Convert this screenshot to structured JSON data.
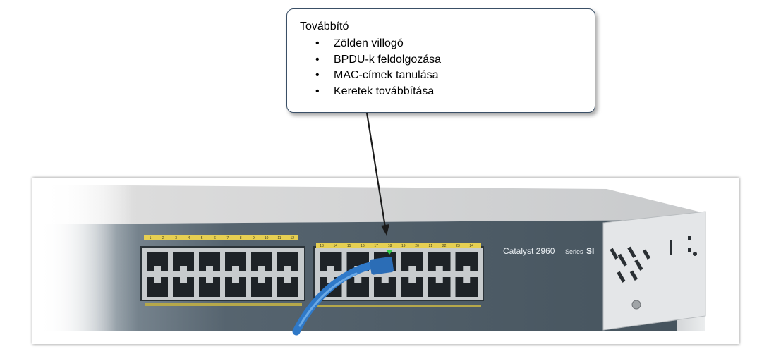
{
  "callout": {
    "title": "Továbbító",
    "bullets": [
      "Zölden villogó",
      "BPDU-k feldolgozása",
      "MAC-címek tanulása",
      "Keretek továbbítása"
    ]
  },
  "switch": {
    "model_label": "Catalyst 2960",
    "series_label": "Series",
    "si_label": "SI",
    "port_numbers_left": [
      "1",
      "2",
      "3",
      "4",
      "5",
      "6",
      "7",
      "8",
      "9",
      "10",
      "11",
      "12"
    ],
    "port_numbers_right": [
      "13",
      "14",
      "15",
      "16",
      "17",
      "18",
      "19",
      "20",
      "21",
      "22",
      "23",
      "24"
    ],
    "body_color": "#4f5f6b",
    "label_strip_color": "#e6cf52",
    "cable_color": "#2f79c8",
    "led_color": "#34d04a"
  }
}
